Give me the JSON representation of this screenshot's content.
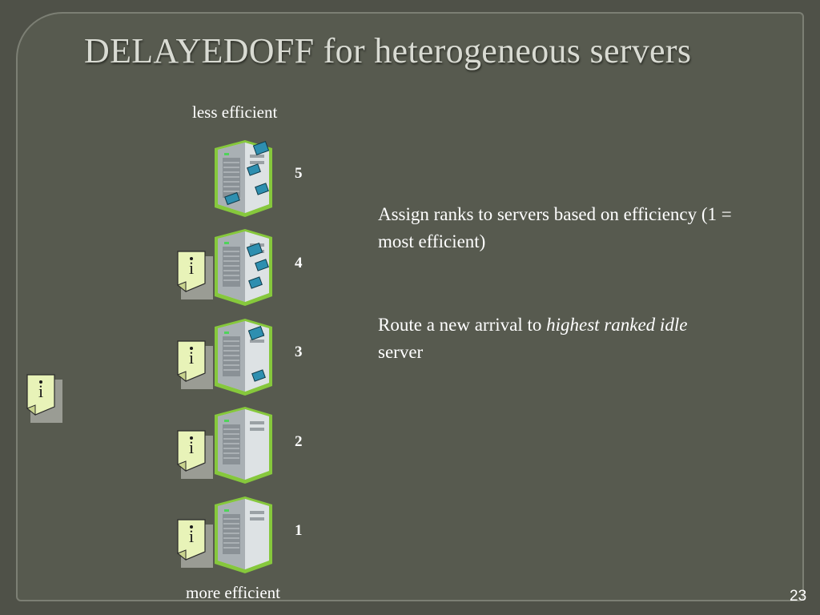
{
  "slide": {
    "title": "DELAYEDOFF for heterogeneous servers",
    "label_top": "less efficient",
    "label_bottom": "more efficient",
    "ranks": [
      "5",
      "4",
      "3",
      "2",
      "1"
    ],
    "paragraph1": "Assign ranks to servers based on efficiency  (1 = most efficient)",
    "paragraph2_before": "Route a new arrival to ",
    "paragraph2_emphasis": "highest ranked idle",
    "paragraph2_after": " server",
    "page_number": "23"
  },
  "icons": {
    "server": "server-tower-icon",
    "job": "job-document-icon"
  },
  "colors": {
    "background": "#4f5148",
    "title": "#d9dbd3",
    "server_glow": "#8cd43a",
    "job_paper": "#e8f3b8"
  }
}
